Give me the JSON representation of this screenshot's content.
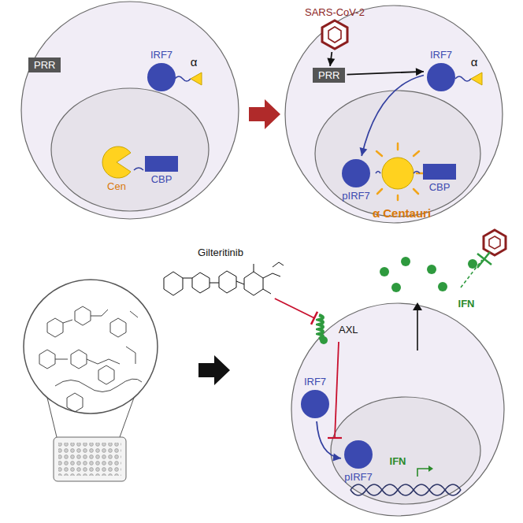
{
  "diagram": {
    "nodes": [
      {
        "text": [
          "PRR"
        ]
      },
      {
        "text": [
          "IRF7"
        ]
      },
      {
        "text": [
          "Cen"
        ]
      },
      {
        "text": [
          "CBP"
        ]
      },
      {
        "text": [
          "SARS-CoV-2"
        ]
      },
      {
        "text": [
          "PRR"
        ]
      },
      {
        "text": [
          "IRF7"
        ]
      },
      {
        "text": [
          "pIRF7"
        ]
      },
      {
        "text": [
          "CBP"
        ]
      },
      {
        "text": [
          "Gilteritinib"
        ]
      },
      {
        "text": [
          "AXL"
        ]
      },
      {
        "text": [
          "IRF7"
        ]
      },
      {
        "text": [
          "pIRF7"
        ]
      }
    ],
    "edges": [
      {
        "from": 4,
        "to": 5,
        "arrow": "to"
      },
      {
        "from": 5,
        "to": 6,
        "arrow": "to"
      },
      {
        "from": 6,
        "to": 7,
        "arrow": "to"
      },
      {
        "from": 9,
        "to": 10,
        "arrow": "to"
      },
      {
        "from": 11,
        "to": 12,
        "arrow": "to"
      }
    ],
    "labels": [
      "α",
      "α",
      "α Centauri",
      "IFN",
      "IFN"
    ]
  }
}
